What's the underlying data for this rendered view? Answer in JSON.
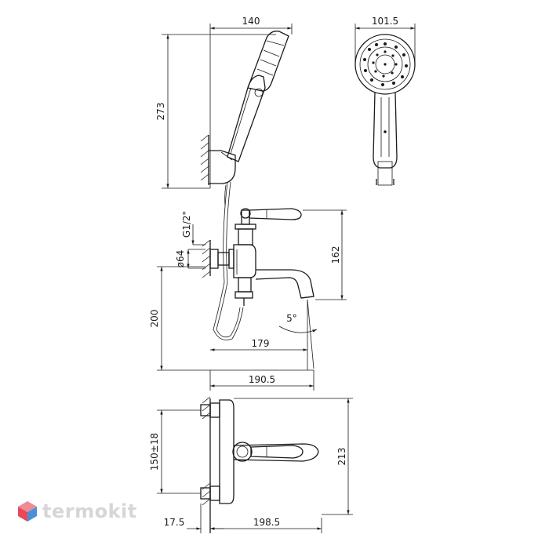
{
  "dimensions": {
    "shower_width": "140",
    "shower_height": "273",
    "head_diameter": "101.5",
    "connection_thread": "G1/2\"",
    "wall_flange": "ø64",
    "spout_height": "162",
    "spout_angle": "5°",
    "outlet_height": "200",
    "spout_reach": "179",
    "overall_reach": "190.5",
    "center_distance": "150±18",
    "top_depth": "213",
    "wall_offset": "17.5",
    "body_length": "198.5"
  },
  "logo": {
    "text": "termokit"
  },
  "colors": {
    "line": "#1a1a1a",
    "logo_text": "#d6d6d6",
    "logo_red": "#e8485a",
    "logo_blue": "#4a90d9"
  }
}
